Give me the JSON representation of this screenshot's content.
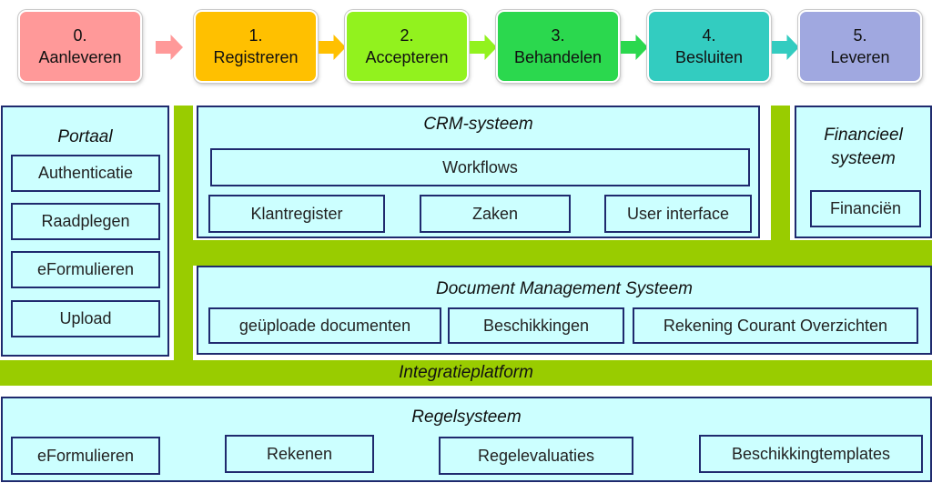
{
  "steps": [
    {
      "num": "0.",
      "label": "Aanleveren",
      "color": "#ff9999"
    },
    {
      "num": "1.",
      "label": "Registreren",
      "color": "#ffc000"
    },
    {
      "num": "2.",
      "label": "Accepteren",
      "color": "#92f21e"
    },
    {
      "num": "3.",
      "label": "Behandelen",
      "color": "#2bd84e"
    },
    {
      "num": "4.",
      "label": "Besluiten",
      "color": "#33ccc0"
    },
    {
      "num": "5.",
      "label": "Leveren",
      "color": "#a0a8e0"
    }
  ],
  "arrow_colors": [
    "#ff9999",
    "#ffc000",
    "#92f21e",
    "#2bd84e",
    "#33ccc0"
  ],
  "portaal": {
    "title": "Portaal",
    "items": [
      "Authenticatie",
      "Raadplegen",
      "eFormulieren",
      "Upload"
    ]
  },
  "crm": {
    "title": "CRM-systeem",
    "workflows": "Workflows",
    "items": [
      "Klantregister",
      "Zaken",
      "User interface"
    ]
  },
  "financieel": {
    "title_line1": "Financieel",
    "title_line2": "systeem",
    "item": "Financiën"
  },
  "dms": {
    "title": "Document Management Systeem",
    "items": [
      "geüploade documenten",
      "Beschikkingen",
      "Rekening Courant Overzichten"
    ]
  },
  "integratie": {
    "label": "Integratieplatform"
  },
  "regels": {
    "title": "Regelsysteem",
    "items": [
      "eFormulieren",
      "Rekenen",
      "Regelevaluaties",
      "Beschikkingtemplates"
    ]
  },
  "colors": {
    "panel_fill": "#ccffff",
    "panel_border": "#1f2a6e",
    "bar_green": "#99cc00"
  }
}
